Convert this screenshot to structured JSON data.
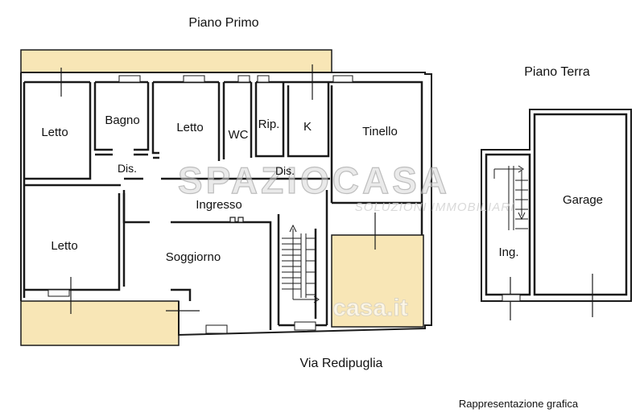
{
  "headings": {
    "first_floor": "Piano Primo",
    "ground_floor": "Piano Terra",
    "street": "Via Redipuglia",
    "note": "Rappresentazione grafica"
  },
  "rooms": {
    "letto_1": "Letto",
    "bagno": "Bagno",
    "letto_2": "Letto",
    "wc": "WC",
    "rip": "Rip.",
    "k": "K",
    "tinello": "Tinello",
    "dis_1": "Dis.",
    "dis_2": "Dis.",
    "ingresso": "Ingresso",
    "letto_3": "Letto",
    "soggiorno": "Soggiorno",
    "garage": "Garage",
    "ing": "Ing."
  },
  "watermark": {
    "brand": "SPAZIOCASA",
    "tagline": "SOLUZIONI IMMOBILIARI",
    "site": "casa.it"
  },
  "colors": {
    "wall": "#1a1a1a",
    "terrace_fill": "#f8e6b6",
    "background": "#ffffff"
  }
}
